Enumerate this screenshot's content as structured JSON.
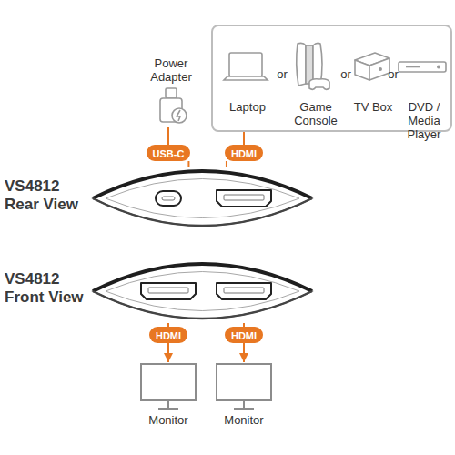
{
  "diagram": {
    "nodes": [
      {
        "text": [
          "Power Adapter"
        ]
      },
      {
        "text": [
          "Laptop",
          "or",
          "Game Console",
          "or",
          "TV Box",
          "or",
          "DVD / Media Player"
        ]
      },
      {
        "text": [
          "USB-C"
        ]
      },
      {
        "text": [
          "HDMI"
        ]
      },
      {
        "text": [
          "VS4812 Rear View"
        ]
      },
      {
        "text": [
          "VS4812 Front View"
        ]
      },
      {
        "text": [
          "HDMI"
        ]
      },
      {
        "text": [
          "HDMI"
        ]
      },
      {
        "text": [
          "Monitor"
        ]
      },
      {
        "text": [
          "Monitor"
        ]
      }
    ],
    "edges": [
      {
        "from": 0,
        "to": 2,
        "arrow": "none"
      },
      {
        "from": 1,
        "to": 3,
        "arrow": "none"
      },
      {
        "from": 2,
        "to": 4,
        "arrow": "none"
      },
      {
        "from": 3,
        "to": 4,
        "arrow": "none"
      },
      {
        "from": 5,
        "to": 6,
        "arrow": "none"
      },
      {
        "from": 5,
        "to": 7,
        "arrow": "none"
      },
      {
        "from": 6,
        "to": 8,
        "arrow": "to"
      },
      {
        "from": 7,
        "to": 9,
        "arrow": "to"
      }
    ]
  }
}
